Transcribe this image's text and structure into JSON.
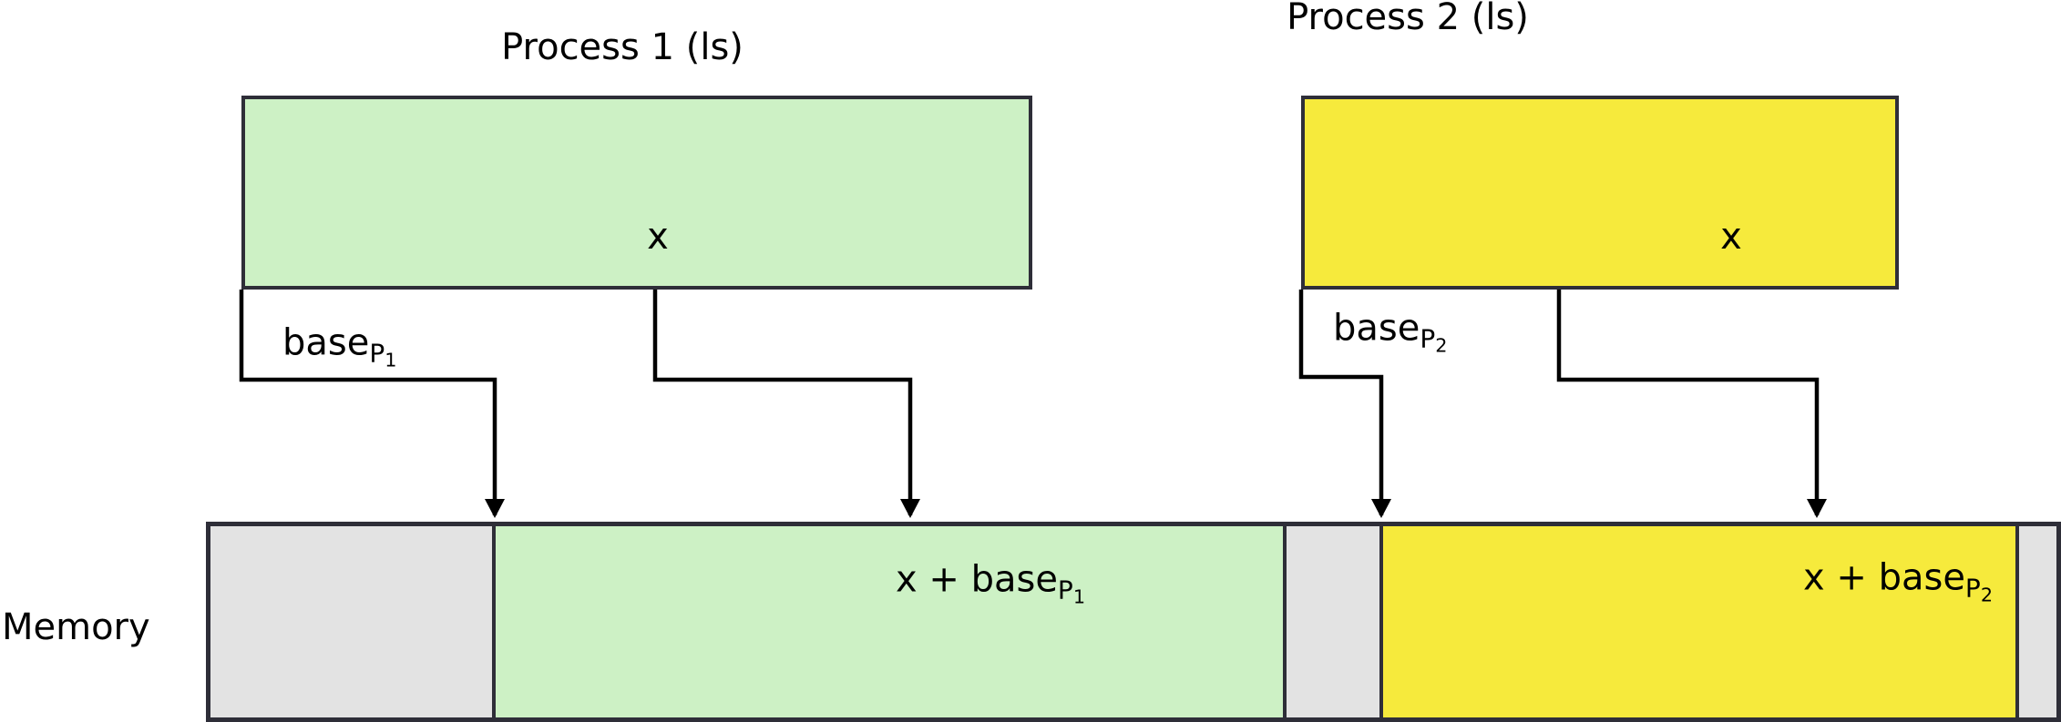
{
  "colors": {
    "background": "#ffffff",
    "process1_fill": "#cdf1c5",
    "process2_fill": "#f6ea3c",
    "free_fill": "#e3e3e3",
    "outline": "#2e2e38",
    "arrow": "#000000",
    "text": "#000000"
  },
  "process1": {
    "title": "Process 1 (ls)",
    "var_label": "x",
    "base_label": {
      "word": "base",
      "sub": "P",
      "subsub": "1"
    },
    "mem_label": {
      "prefix": "x + base",
      "sub": "P",
      "subsub": "1"
    }
  },
  "process2": {
    "title": "Process 2 (ls)",
    "var_label": "x",
    "base_label": {
      "word": "base",
      "sub": "P",
      "subsub": "2"
    },
    "mem_label": {
      "prefix": "x + base",
      "sub": "P",
      "subsub": "2"
    }
  },
  "memory": {
    "label": "Memory"
  }
}
